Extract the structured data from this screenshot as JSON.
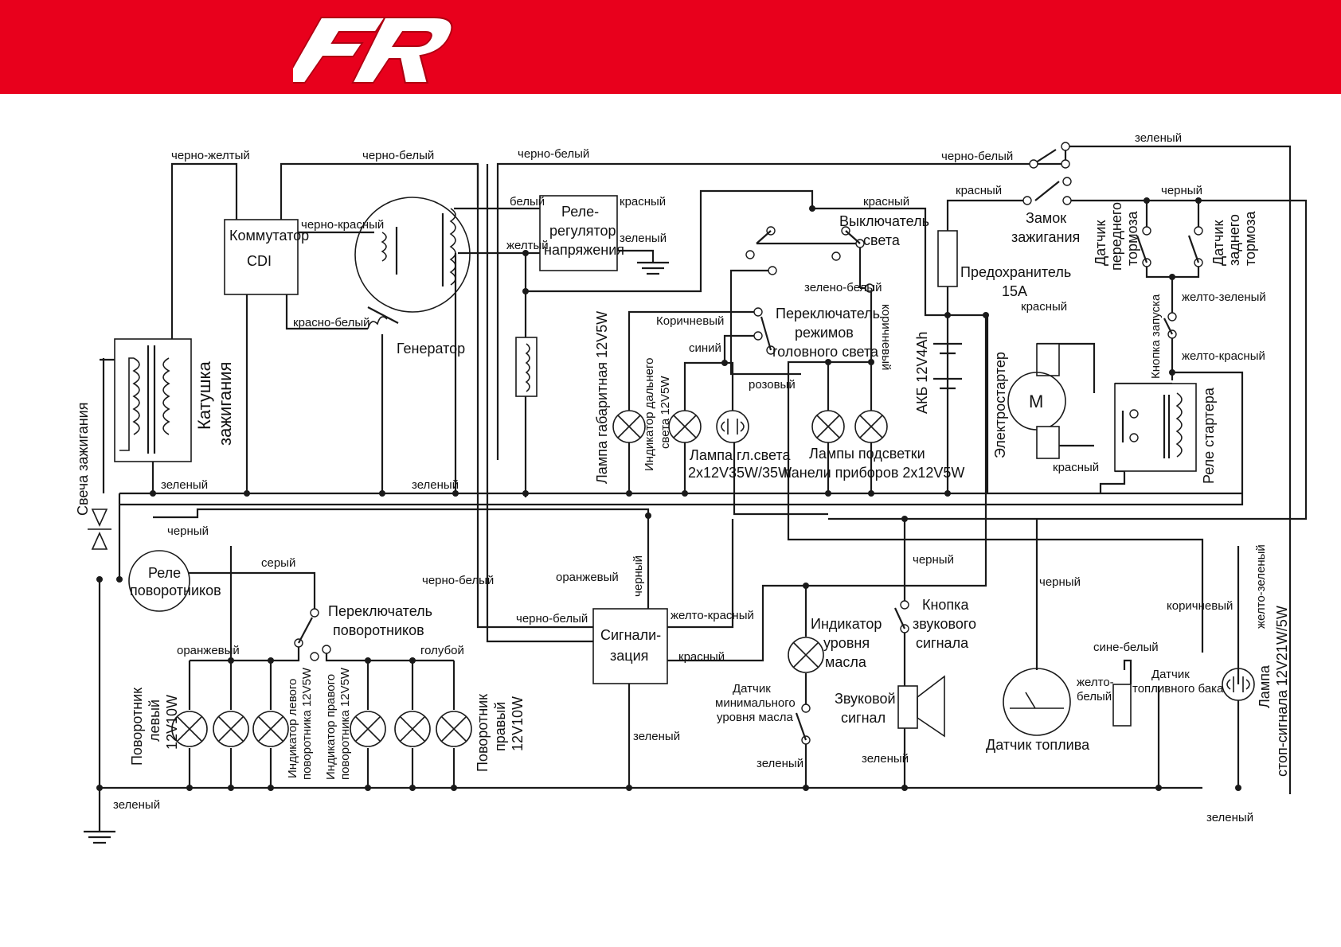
{
  "header": {
    "logo_text": "FR",
    "color_brand": "#e8001c"
  },
  "labels": {
    "chernozheltyi": "черно-желтый",
    "chernobelyi_1": "черно-белый",
    "chernobelyi_2": "черно-белый",
    "chernobelyi_3": "черно-белый",
    "chernobelyi_4": "черно-белый",
    "chernobelyi_5": "черно-белый",
    "chernokrasnyi": "черно-красный",
    "krasnobelyi": "красно-белый",
    "belyi": "белый",
    "krasnyi_1": "красный",
    "krasnyi_2": "красный",
    "krasnyi_3": "красный",
    "krasnyi_4": "красный",
    "krasnyi_5": "красный",
    "krasnyi_6": "красный",
    "zheltyi": "желтый",
    "zelenyi_1": "зеленый",
    "zelenyi_2": "зеленый",
    "zelenyi_3": "зеленый",
    "zelenyi_4": "зеленый",
    "zelenyi_5": "зеленый",
    "zelenyi_6": "зеленый",
    "zelenyi_7": "зеленый",
    "zelenyi_8": "зеленый",
    "zelenyi_9": "зеленый",
    "chernyi_1": "черный",
    "chernyi_2": "черный",
    "chernyi_3": "черный",
    "chernyi_4": "черный",
    "chernyi_5": "черный",
    "korichnevyi_1": "Коричневый",
    "korichnevyi_2": "коричневый",
    "korichnevyi_3": "коричневый",
    "sinii": "синий",
    "rozovyi": "розовый",
    "zelenobelyi": "зелено-белый",
    "zheltozelenyi_1": "желто-зеленый",
    "zheltozelenyi_2": "желто-зеленый",
    "zheltokrasnyi_1": "желто-красный",
    "zheltokrasnyi_2": "желто-красный",
    "seryi": "серый",
    "oranzhevyi_1": "оранжевый",
    "oranzhevyi_2": "оранжевый",
    "goluboi": "голубой",
    "sinebelyi": "сине-белый",
    "zheltobelyi_1": "желто-",
    "zheltobelyi_2": "белый"
  },
  "components": {
    "kommutator_1": "Коммутатор",
    "kommutator_2": "CDI",
    "rele_regulyator_1": "Реле-",
    "rele_regulyator_2": "регулятор",
    "rele_regulyator_3": "напряжения",
    "generator": "Генератор",
    "katushka_1": "Катушка",
    "katushka_2": "зажигания",
    "svecha": "Свеча зажигания",
    "vykl_sveta_1": "Выключатель",
    "vykl_sveta_2": "света",
    "zamok_1": "Замок",
    "zamok_2": "зажигания",
    "predohranitel_1": "Предохранитель",
    "predohranitel_2": "15А",
    "akb": "АКБ 12V4Ah",
    "datchik_pered_1": "Датчик",
    "datchik_pered_2": "переднего",
    "datchik_pered_3": "тормоза",
    "datchik_zad_1": "Датчик",
    "datchik_zad_2": "заднего",
    "datchik_zad_3": "тормоза",
    "knopka_zapuska": "Кнопка запуска",
    "elektrostarter": "Электростартер",
    "motor": "M",
    "rele_startera": "Реле стартера",
    "perekl_rezhimov_1": "Переключатель",
    "perekl_rezhimov_2": "режимов",
    "perekl_rezhimov_3": "головного света",
    "lampa_gabarit": "Лампа габаритная 12V5W",
    "ind_dalnego_1": "Индикатор дальнего",
    "ind_dalnego_2": "света 12V5W",
    "lampa_gl_1": "Лампа гл.света",
    "lampa_gl_2": "2x12V35W/35W",
    "lampy_podsv_1": "Лампы подсветки",
    "lampy_podsv_2": "панели приборов 2x12V5W",
    "rele_povorot_1": "Реле",
    "rele_povorot_2": "поворотников",
    "perekl_povorot_1": "Переключатель",
    "perekl_povorot_2": "поворотников",
    "signalizaciya_1": "Сигнали-",
    "signalizaciya_2": "зация",
    "ind_masla_1": "Индикатор",
    "ind_masla_2": "уровня",
    "ind_masla_3": "масла",
    "datchik_masla_1": "Датчик",
    "datchik_masla_2": "минимального",
    "datchik_masla_3": "уровня масла",
    "knopka_zvuk_1": "Кнопка",
    "knopka_zvuk_2": "звукового",
    "knopka_zvuk_3": "сигнала",
    "zvukovoi_1": "Звуковой",
    "zvukovoi_2": "сигнал",
    "datchik_topliva": "Датчик топлива",
    "datchik_bak_1": "Датчик",
    "datchik_bak_2": "топливного бака",
    "lampa_stop_1": "Лампа",
    "lampa_stop_2": "стоп-сигнала 12V21W/5W",
    "povorot_lev_1": "Поворотник",
    "povorot_lev_2": "левый",
    "povorot_lev_3": "12V10W",
    "ind_lev_1": "Индикатор левого",
    "ind_lev_2": "поворотника 12V5W",
    "ind_prav_1": "Индикатор правого",
    "ind_prav_2": "поворотника 12V5W",
    "povorot_prav_1": "Поворотник",
    "povorot_prav_2": "правый",
    "povorot_prav_3": "12V10W"
  }
}
